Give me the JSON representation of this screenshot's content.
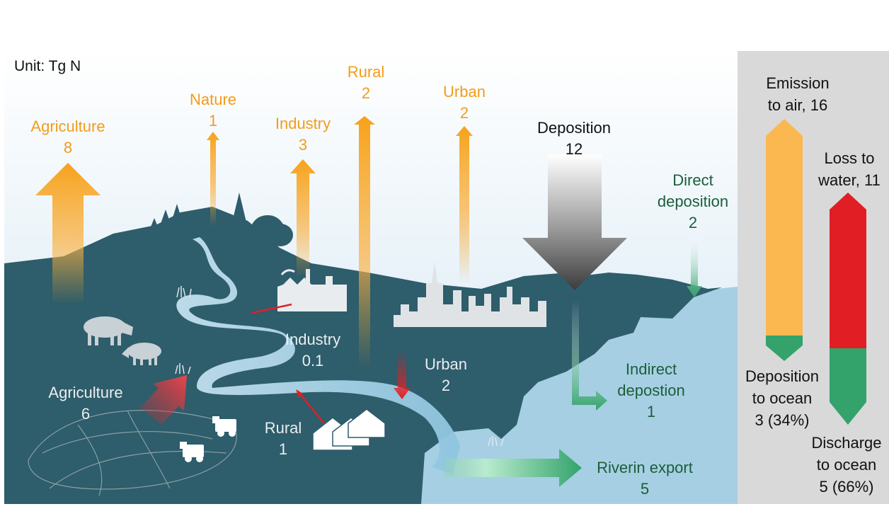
{
  "unit_label": "Unit: Tg N",
  "emissions_to_air": {
    "agriculture": {
      "label": "Agriculture",
      "value": "8"
    },
    "nature": {
      "label": "Nature",
      "value": "1"
    },
    "industry": {
      "label": "Industry",
      "value": "3"
    },
    "rural": {
      "label": "Rural",
      "value": "2"
    },
    "urban": {
      "label": "Urban",
      "value": "2"
    }
  },
  "deposition": {
    "label": "Deposition",
    "value": "12"
  },
  "direct_deposition": {
    "line1": "Direct",
    "line2": "deposition",
    "value": "2"
  },
  "indirect_deposition": {
    "line1": "Indirect",
    "line2": "depostion",
    "value": "1"
  },
  "losses_to_water": {
    "agriculture": {
      "label": "Agriculture",
      "value": "6"
    },
    "industry": {
      "label": "Industry",
      "value": "0.1"
    },
    "urban": {
      "label": "Urban",
      "value": "2"
    },
    "rural": {
      "label": "Rural",
      "value": "1"
    }
  },
  "riverine_export": {
    "label": "Riverin export",
    "value": "5"
  },
  "summary": {
    "emission": {
      "line1": "Emission",
      "line2": "to air, 16"
    },
    "loss": {
      "line1": "Loss to",
      "line2": "water, 11"
    },
    "deposition_ocean": {
      "line1": "Deposition",
      "line2": "to ocean",
      "line3": "3 (34%)",
      "fraction": 0.34
    },
    "discharge_ocean": {
      "line1": "Discharge",
      "line2": "to ocean",
      "line3": "5 (66%)",
      "fraction": 0.66
    }
  },
  "colors": {
    "land": "#2e5d6b",
    "water": "#a7cfe3",
    "emission_orange": "#f7a21b",
    "emission_bar": "#fbb851",
    "deposition_green": "#33a36b",
    "loss_red": "#e21e25",
    "label_orange": "#f39c1a",
    "label_green": "#1b5e3a",
    "label_white": "#e8eef0",
    "panel_gray": "#d9d9d9"
  }
}
